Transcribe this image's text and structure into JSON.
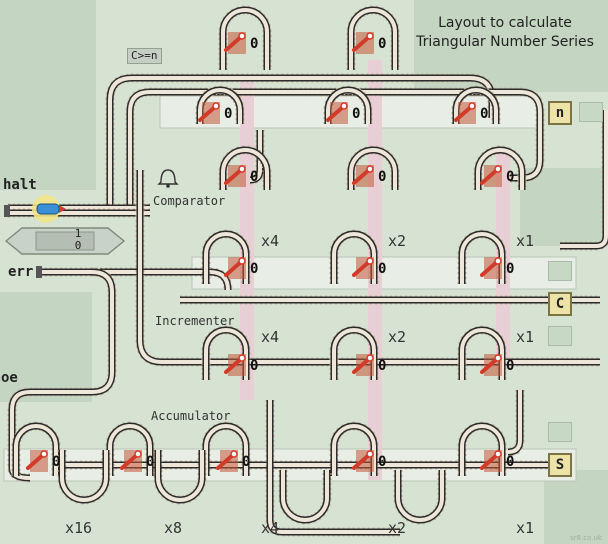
{
  "title_lines": [
    "Layout to calculate",
    "Triangular Number Series"
  ],
  "condition_label": "C>=n",
  "signals": {
    "halt": "halt",
    "err": "err",
    "oe": "oe"
  },
  "sections": {
    "comparator": "Comparator",
    "incrementer": "Incrementer",
    "accumulator": "Accumulator"
  },
  "register_badges": {
    "n": "n",
    "c": "C",
    "s": "S"
  },
  "multipliers": {
    "incrementer_top": [
      "x4",
      "x2",
      "x1"
    ],
    "incrementer_bottom": [
      "x4",
      "x2",
      "x1"
    ],
    "accumulator": [
      "x16",
      "x8",
      "x4",
      "x2",
      "x1"
    ]
  },
  "switch_state_text": "0",
  "toggle_bar": {
    "top": "1",
    "bottom": "0"
  },
  "credit_text": "sr8.co.uk",
  "colors": {
    "background": "#d6e3d3",
    "panel": "#c4d5c1",
    "register_strip": "#e8eee6",
    "rail": "#2b2b2b",
    "sleeper": "#c8b49a",
    "switch_lever": "#d23a2a",
    "switch_base": "#c25a3a",
    "link_lane": "#e8cfd6",
    "badge_fill": "#ede3a8"
  },
  "icons": [
    "bell-icon",
    "train-icon",
    "switch-icon"
  ]
}
